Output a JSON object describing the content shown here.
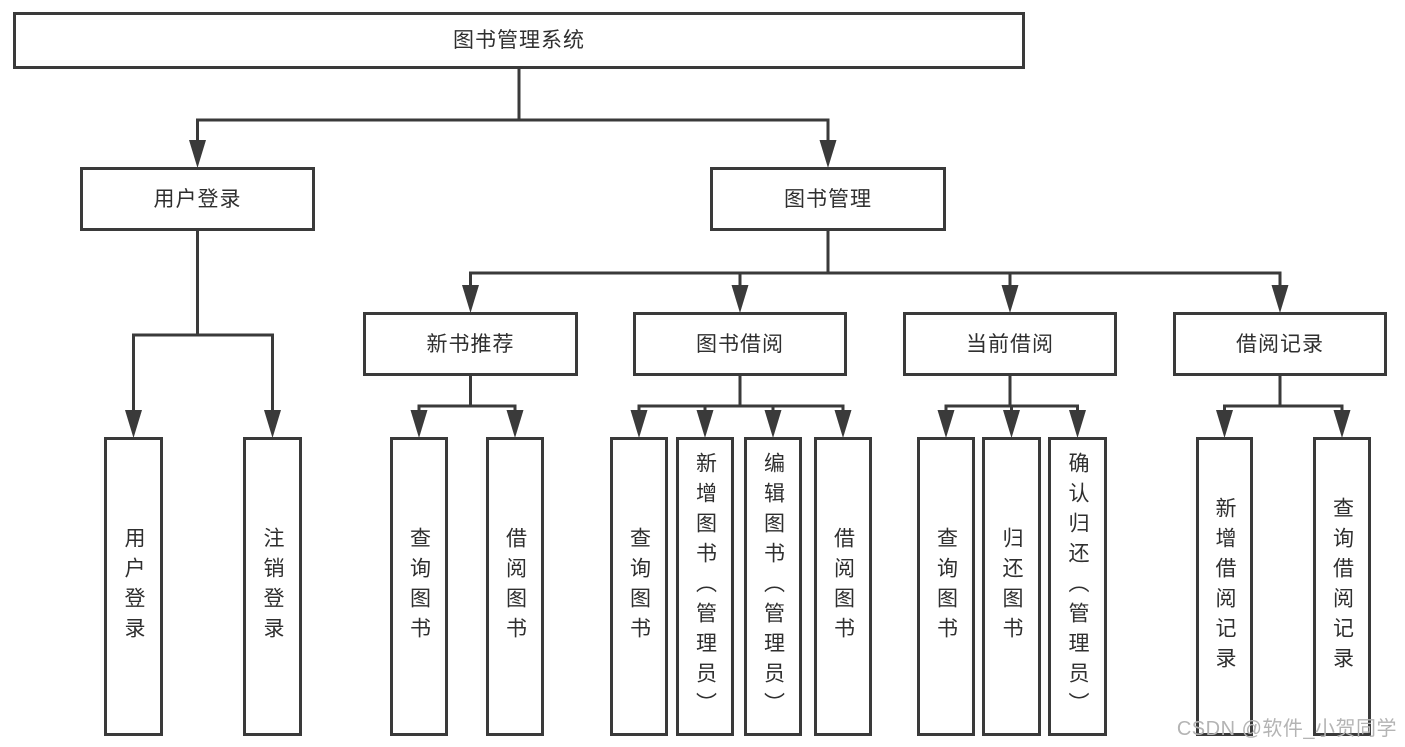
{
  "diagram_title": "图书管理系统",
  "watermark": {
    "text": "CSDN @软件_小贺同学"
  },
  "colors": {
    "line": "#3a3a3a",
    "box_border": "#3a3a3a",
    "text": "#2f2f2f",
    "watermark": "#b4b4b4",
    "background": "#ffffff"
  },
  "nodes": [
    {
      "id": "root",
      "label": "图书管理系统",
      "parent": null,
      "orientation": "h"
    },
    {
      "id": "user-login",
      "label": "用户登录",
      "parent": "root",
      "orientation": "h"
    },
    {
      "id": "book-mgmt",
      "label": "图书管理",
      "parent": "root",
      "orientation": "h"
    },
    {
      "id": "new-book-rec",
      "label": "新书推荐",
      "parent": "book-mgmt",
      "orientation": "h"
    },
    {
      "id": "book-borrow",
      "label": "图书借阅",
      "parent": "book-mgmt",
      "orientation": "h"
    },
    {
      "id": "current-borrow",
      "label": "当前借阅",
      "parent": "book-mgmt",
      "orientation": "h"
    },
    {
      "id": "borrow-records",
      "label": "借阅记录",
      "parent": "book-mgmt",
      "orientation": "h"
    },
    {
      "id": "leaf-user-login",
      "label": "用户登录",
      "parent": "user-login",
      "orientation": "v"
    },
    {
      "id": "leaf-logout",
      "label": "注销登录",
      "parent": "user-login",
      "orientation": "v"
    },
    {
      "id": "leaf-query-book-1",
      "label": "查询图书",
      "parent": "new-book-rec",
      "orientation": "v"
    },
    {
      "id": "leaf-borrow-book-1",
      "label": "借阅图书",
      "parent": "new-book-rec",
      "orientation": "v"
    },
    {
      "id": "leaf-query-book-2",
      "label": "查询图书",
      "parent": "book-borrow",
      "orientation": "v"
    },
    {
      "id": "leaf-add-book",
      "label": "新增图书（管理员）",
      "parent": "book-borrow",
      "orientation": "v"
    },
    {
      "id": "leaf-edit-book",
      "label": "编辑图书（管理员）",
      "parent": "book-borrow",
      "orientation": "v"
    },
    {
      "id": "leaf-borrow-book-2",
      "label": "借阅图书",
      "parent": "book-borrow",
      "orientation": "v"
    },
    {
      "id": "leaf-query-book-3",
      "label": "查询图书",
      "parent": "current-borrow",
      "orientation": "v"
    },
    {
      "id": "leaf-return-book",
      "label": "归还图书",
      "parent": "current-borrow",
      "orientation": "v"
    },
    {
      "id": "leaf-confirm-return",
      "label": "确认归还（管理员）",
      "parent": "current-borrow",
      "orientation": "v"
    },
    {
      "id": "leaf-add-borrow-record",
      "label": "新增借阅记录",
      "parent": "borrow-records",
      "orientation": "v"
    },
    {
      "id": "leaf-query-borrow-record",
      "label": "查询借阅记录",
      "parent": "borrow-records",
      "orientation": "v"
    }
  ]
}
